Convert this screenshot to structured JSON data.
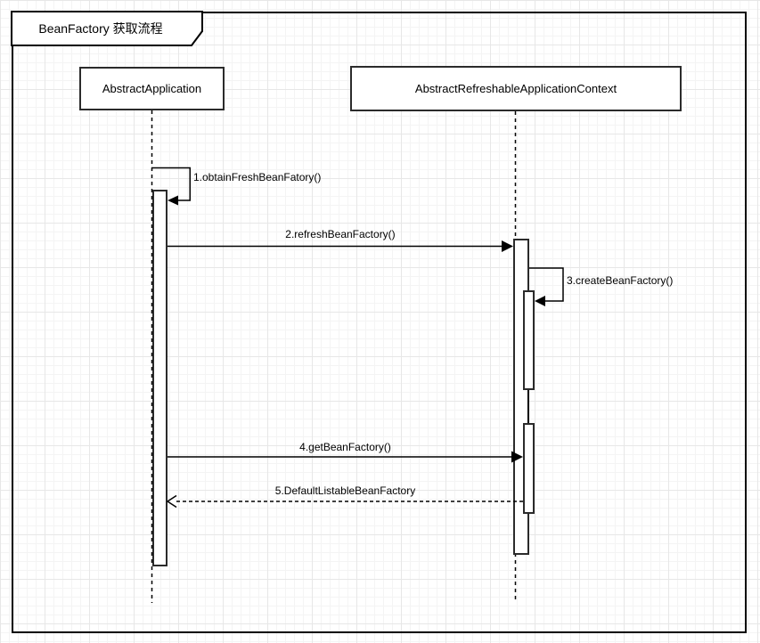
{
  "frame": {
    "title": "BeanFactory 获取流程"
  },
  "lifelines": [
    {
      "name": "AbstractApplication"
    },
    {
      "name": "AbstractRefreshableApplicationContext"
    }
  ],
  "messages": [
    {
      "label": "1.obtainFreshBeanFatory()",
      "type": "self-sync"
    },
    {
      "label": "2.refreshBeanFactory()",
      "type": "sync"
    },
    {
      "label": "3.createBeanFactory()",
      "type": "self-sync"
    },
    {
      "label": "4.getBeanFactory()",
      "type": "sync"
    },
    {
      "label": "5.DefaultListableBeanFactory",
      "type": "return-dashed"
    }
  ],
  "colors": {
    "stroke": "#000000",
    "shape_fill": "#ffffff",
    "grid_minor": "#f4f4f4",
    "grid_major": "#e7e7e7"
  }
}
